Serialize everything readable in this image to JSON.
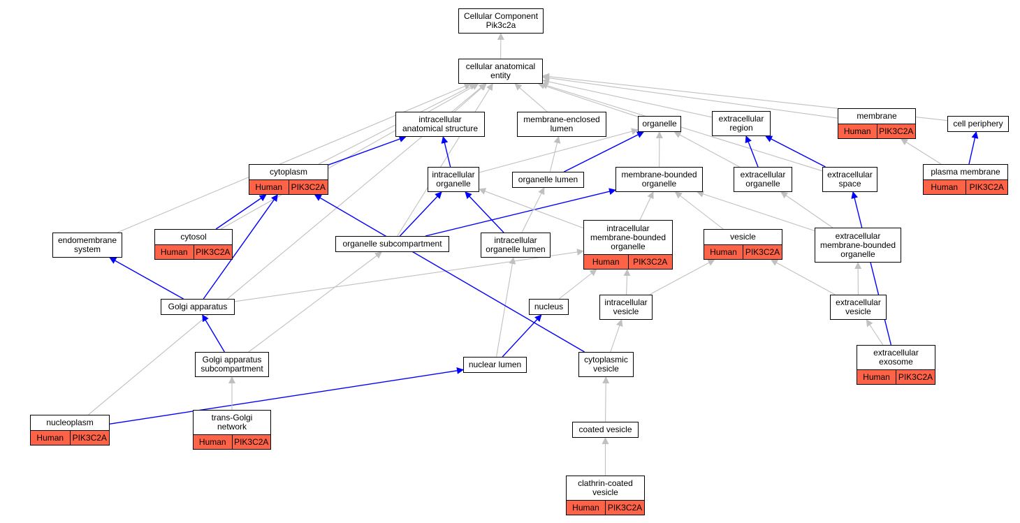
{
  "colors": {
    "is_a": "#c0c0c0",
    "part_of": "#0000ff",
    "annotation": "#ff6347"
  },
  "nodes": {
    "root": {
      "label": "Cellular Component\nPik3c2a"
    },
    "cae": {
      "label": "cellular anatomical\nentity"
    },
    "ias": {
      "label": "intracellular\nanatomical structure"
    },
    "mel": {
      "label": "membrane-enclosed\nlumen"
    },
    "organelle": {
      "label": "organelle"
    },
    "exr": {
      "label": "extracellular\nregion"
    },
    "membrane": {
      "label": "membrane",
      "species": "Human",
      "gene": "PIK3C2A"
    },
    "cellper": {
      "label": "cell periphery"
    },
    "cytoplasm": {
      "label": "cytoplasm",
      "species": "Human",
      "gene": "PIK3C2A"
    },
    "intorg": {
      "label": "intracellular\norganelle"
    },
    "orglumen": {
      "label": "organelle lumen"
    },
    "mbo": {
      "label": "membrane-bounded\norganelle"
    },
    "exorg": {
      "label": "extracellular\norganelle"
    },
    "exspace": {
      "label": "extracellular\nspace"
    },
    "plasmamem": {
      "label": "plasma membrane",
      "species": "Human",
      "gene": "PIK3C2A"
    },
    "endomem": {
      "label": "endomembrane\nsystem"
    },
    "cytosol": {
      "label": "cytosol",
      "species": "Human",
      "gene": "PIK3C2A"
    },
    "orgsub": {
      "label": "organelle subcompartment"
    },
    "intorglumen": {
      "label": "intracellular\norganelle lumen"
    },
    "imbo": {
      "label": "intracellular\nmembrane-bounded\norganelle",
      "species": "Human",
      "gene": "PIK3C2A"
    },
    "vesicle": {
      "label": "vesicle",
      "species": "Human",
      "gene": "PIK3C2A"
    },
    "exmbo": {
      "label": "extracellular\nmembrane-bounded\norganelle"
    },
    "golgi": {
      "label": "Golgi apparatus"
    },
    "nucleus": {
      "label": "nucleus"
    },
    "intves": {
      "label": "intracellular\nvesicle"
    },
    "exves": {
      "label": "extracellular\nvesicle"
    },
    "golgisub": {
      "label": "Golgi apparatus\nsubcompartment"
    },
    "nuclumen": {
      "label": "nuclear lumen"
    },
    "cytoves": {
      "label": "cytoplasmic\nvesicle"
    },
    "exosome": {
      "label": "extracellular\nexosome",
      "species": "Human",
      "gene": "PIK3C2A"
    },
    "nucleoplasm": {
      "label": "nucleoplasm",
      "species": "Human",
      "gene": "PIK3C2A"
    },
    "transgolgi": {
      "label": "trans-Golgi\nnetwork",
      "species": "Human",
      "gene": "PIK3C2A"
    },
    "coatedves": {
      "label": "coated vesicle"
    },
    "clathrin": {
      "label": "clathrin-coated\nvesicle",
      "species": "Human",
      "gene": "PIK3C2A"
    }
  },
  "edges": [
    {
      "from": "cae",
      "to": "root",
      "type": "is_a"
    },
    {
      "from": "ias",
      "to": "cae",
      "type": "is_a"
    },
    {
      "from": "mel",
      "to": "cae",
      "type": "is_a"
    },
    {
      "from": "organelle",
      "to": "cae",
      "type": "is_a"
    },
    {
      "from": "exr",
      "to": "cae",
      "type": "is_a"
    },
    {
      "from": "membrane",
      "to": "cae",
      "type": "is_a"
    },
    {
      "from": "cellper",
      "to": "cae",
      "type": "is_a"
    },
    {
      "from": "cytoplasm",
      "to": "cae",
      "type": "is_a"
    },
    {
      "from": "cytosol",
      "to": "cae",
      "type": "is_a"
    },
    {
      "from": "endomem",
      "to": "cae",
      "type": "is_a"
    },
    {
      "from": "nucleoplasm",
      "to": "cae",
      "type": "is_a"
    },
    {
      "from": "orgsub",
      "to": "cae",
      "type": "is_a"
    },
    {
      "from": "exspace",
      "to": "cae",
      "type": "is_a"
    },
    {
      "from": "cytoplasm",
      "to": "ias",
      "type": "part_of"
    },
    {
      "from": "intorg",
      "to": "ias",
      "type": "part_of"
    },
    {
      "from": "intorg",
      "to": "organelle",
      "type": "is_a"
    },
    {
      "from": "orglumen",
      "to": "mel",
      "type": "is_a"
    },
    {
      "from": "orglumen",
      "to": "organelle",
      "type": "part_of"
    },
    {
      "from": "mbo",
      "to": "organelle",
      "type": "is_a"
    },
    {
      "from": "exorg",
      "to": "organelle",
      "type": "is_a"
    },
    {
      "from": "exorg",
      "to": "exr",
      "type": "part_of"
    },
    {
      "from": "exspace",
      "to": "exr",
      "type": "part_of"
    },
    {
      "from": "plasmamem",
      "to": "membrane",
      "type": "is_a"
    },
    {
      "from": "plasmamem",
      "to": "cellper",
      "type": "part_of"
    },
    {
      "from": "cytosol",
      "to": "cytoplasm",
      "type": "part_of"
    },
    {
      "from": "orgsub",
      "to": "intorg",
      "type": "part_of"
    },
    {
      "from": "orgsub",
      "to": "mbo",
      "type": "part_of"
    },
    {
      "from": "intorglumen",
      "to": "intorg",
      "type": "part_of"
    },
    {
      "from": "intorglumen",
      "to": "orglumen",
      "type": "is_a"
    },
    {
      "from": "imbo",
      "to": "intorg",
      "type": "is_a"
    },
    {
      "from": "imbo",
      "to": "mbo",
      "type": "is_a"
    },
    {
      "from": "vesicle",
      "to": "mbo",
      "type": "is_a"
    },
    {
      "from": "exmbo",
      "to": "mbo",
      "type": "is_a"
    },
    {
      "from": "exmbo",
      "to": "exorg",
      "type": "is_a"
    },
    {
      "from": "golgi",
      "to": "endomem",
      "type": "part_of"
    },
    {
      "from": "golgi",
      "to": "cytoplasm",
      "type": "part_of"
    },
    {
      "from": "golgi",
      "to": "imbo",
      "type": "is_a"
    },
    {
      "from": "nucleus",
      "to": "imbo",
      "type": "is_a"
    },
    {
      "from": "intves",
      "to": "imbo",
      "type": "is_a"
    },
    {
      "from": "intves",
      "to": "vesicle",
      "type": "is_a"
    },
    {
      "from": "exves",
      "to": "vesicle",
      "type": "is_a"
    },
    {
      "from": "exves",
      "to": "exmbo",
      "type": "is_a"
    },
    {
      "from": "golgisub",
      "to": "golgi",
      "type": "part_of"
    },
    {
      "from": "golgisub",
      "to": "orgsub",
      "type": "is_a"
    },
    {
      "from": "nuclumen",
      "to": "nucleus",
      "type": "part_of"
    },
    {
      "from": "nuclumen",
      "to": "intorglumen",
      "type": "is_a"
    },
    {
      "from": "cytoves",
      "to": "cytoplasm",
      "type": "part_of"
    },
    {
      "from": "cytoves",
      "to": "intves",
      "type": "is_a"
    },
    {
      "from": "exosome",
      "to": "exves",
      "type": "is_a"
    },
    {
      "from": "exosome",
      "to": "exspace",
      "type": "part_of"
    },
    {
      "from": "nucleoplasm",
      "to": "nuclumen",
      "type": "part_of"
    },
    {
      "from": "transgolgi",
      "to": "golgisub",
      "type": "is_a"
    },
    {
      "from": "coatedves",
      "to": "cytoves",
      "type": "is_a"
    },
    {
      "from": "clathrin",
      "to": "coatedves",
      "type": "is_a"
    }
  ]
}
